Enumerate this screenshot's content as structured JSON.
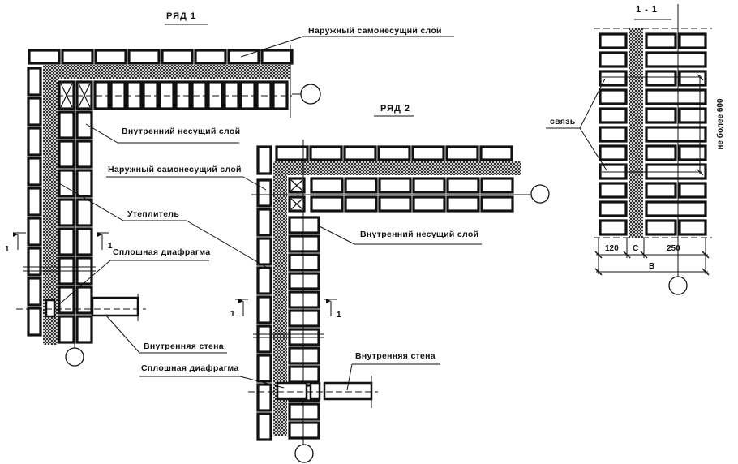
{
  "drawing": {
    "title_row1": "РЯД  1",
    "title_row2": "РЯД  2",
    "title_section": "1 - 1",
    "colors": {
      "ink": "#111111",
      "background": "#ffffff"
    }
  },
  "row1": {
    "labels": {
      "outer_layer": "Наружный самонесущий слой",
      "inner_layer": "Внутренний несущий слой",
      "insulation": "Утеплитель",
      "diaphragm": "Сплошная диафрагма",
      "inner_wall": "Внутренняя стена"
    },
    "section_mark": "1"
  },
  "row2": {
    "labels": {
      "outer_layer": "Наружный самонесущий слой",
      "inner_layer": "Внутренний несущий слой",
      "diaphragm": "Сплошная диафрагма",
      "inner_wall": "Внутренняя стена"
    },
    "section_mark": "1"
  },
  "section": {
    "tie_label": "связь",
    "spacing_label": "не более 600",
    "dims": {
      "outer": "120",
      "insulation": "С",
      "inner": "250",
      "total": "В"
    }
  }
}
